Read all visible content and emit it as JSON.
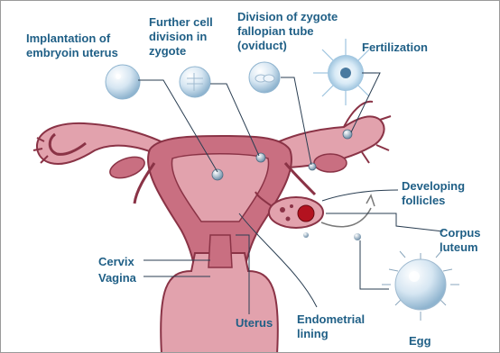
{
  "labels": {
    "implantation": [
      "Implantation of",
      "embryoin uterus"
    ],
    "further_division": [
      "Further cell",
      "division in",
      "zygote"
    ],
    "zygote_division": [
      "Division of zygote",
      "fallopian tube",
      "(oviduct)"
    ],
    "fertilization": "Fertilization",
    "developing_follicles": [
      "Developing",
      "follicles"
    ],
    "corpus_luteum": [
      "Corpus",
      "luteum"
    ],
    "cervix": "Cervix",
    "vagina": "Vagina",
    "uterus": "Uterus",
    "endometrial_lining": [
      "Endometrial",
      "lining"
    ],
    "egg": "Egg"
  },
  "colors": {
    "label_text": "#1f5f86",
    "leader_line": "#2a3e52",
    "tissue_light": "#e2a2ad",
    "tissue_mid": "#c96f81",
    "tissue_dark": "#8a3346",
    "cell_blue": "#bcd7ea"
  },
  "icons": [
    "cell-sphere-icon",
    "egg-cell-icon",
    "fertilization-cell-icon"
  ]
}
